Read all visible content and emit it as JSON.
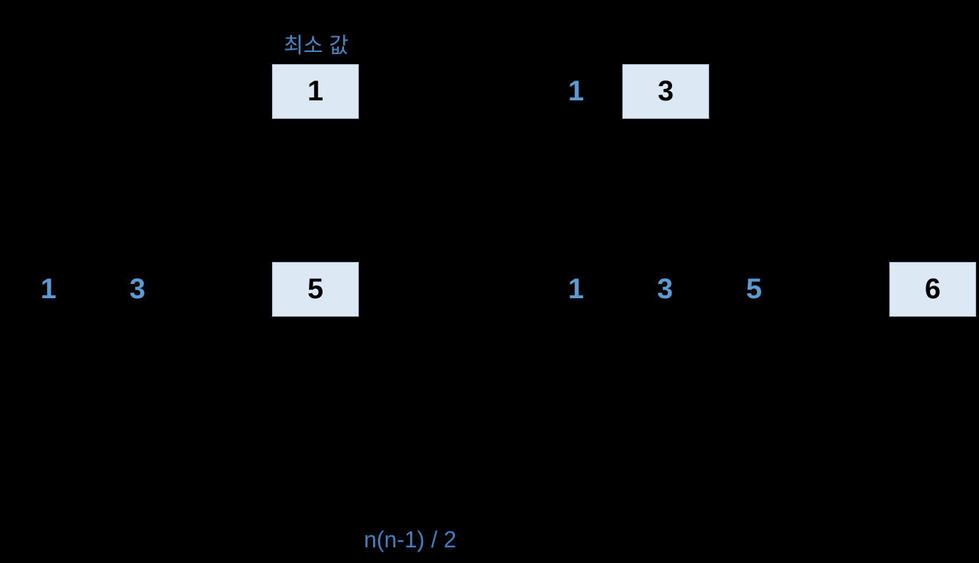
{
  "slide": {
    "background_color": "#000000",
    "accent_blue": "#5b9bd5",
    "box_fill": "#dde8f5",
    "box_border": "#9bb0c4",
    "box_text_color": "#000000",
    "caption_color": "#4a85c4",
    "formula_color": "#3f7fc4"
  },
  "caption": {
    "min_value_label": "최소 값"
  },
  "rows": {
    "top": {
      "left_group": [
        {
          "value": "1",
          "style": "boxed"
        }
      ],
      "right_group": [
        {
          "value": "1",
          "style": "plain"
        },
        {
          "value": "3",
          "style": "boxed"
        }
      ]
    },
    "bottom": {
      "left_group": [
        {
          "value": "1",
          "style": "plain"
        },
        {
          "value": "3",
          "style": "plain"
        },
        {
          "value": "5",
          "style": "boxed"
        }
      ],
      "right_group": [
        {
          "value": "1",
          "style": "plain"
        },
        {
          "value": "3",
          "style": "plain"
        },
        {
          "value": "5",
          "style": "plain"
        },
        {
          "value": "6",
          "style": "boxed"
        }
      ]
    }
  },
  "formula": {
    "text": "n(n-1) / 2"
  }
}
